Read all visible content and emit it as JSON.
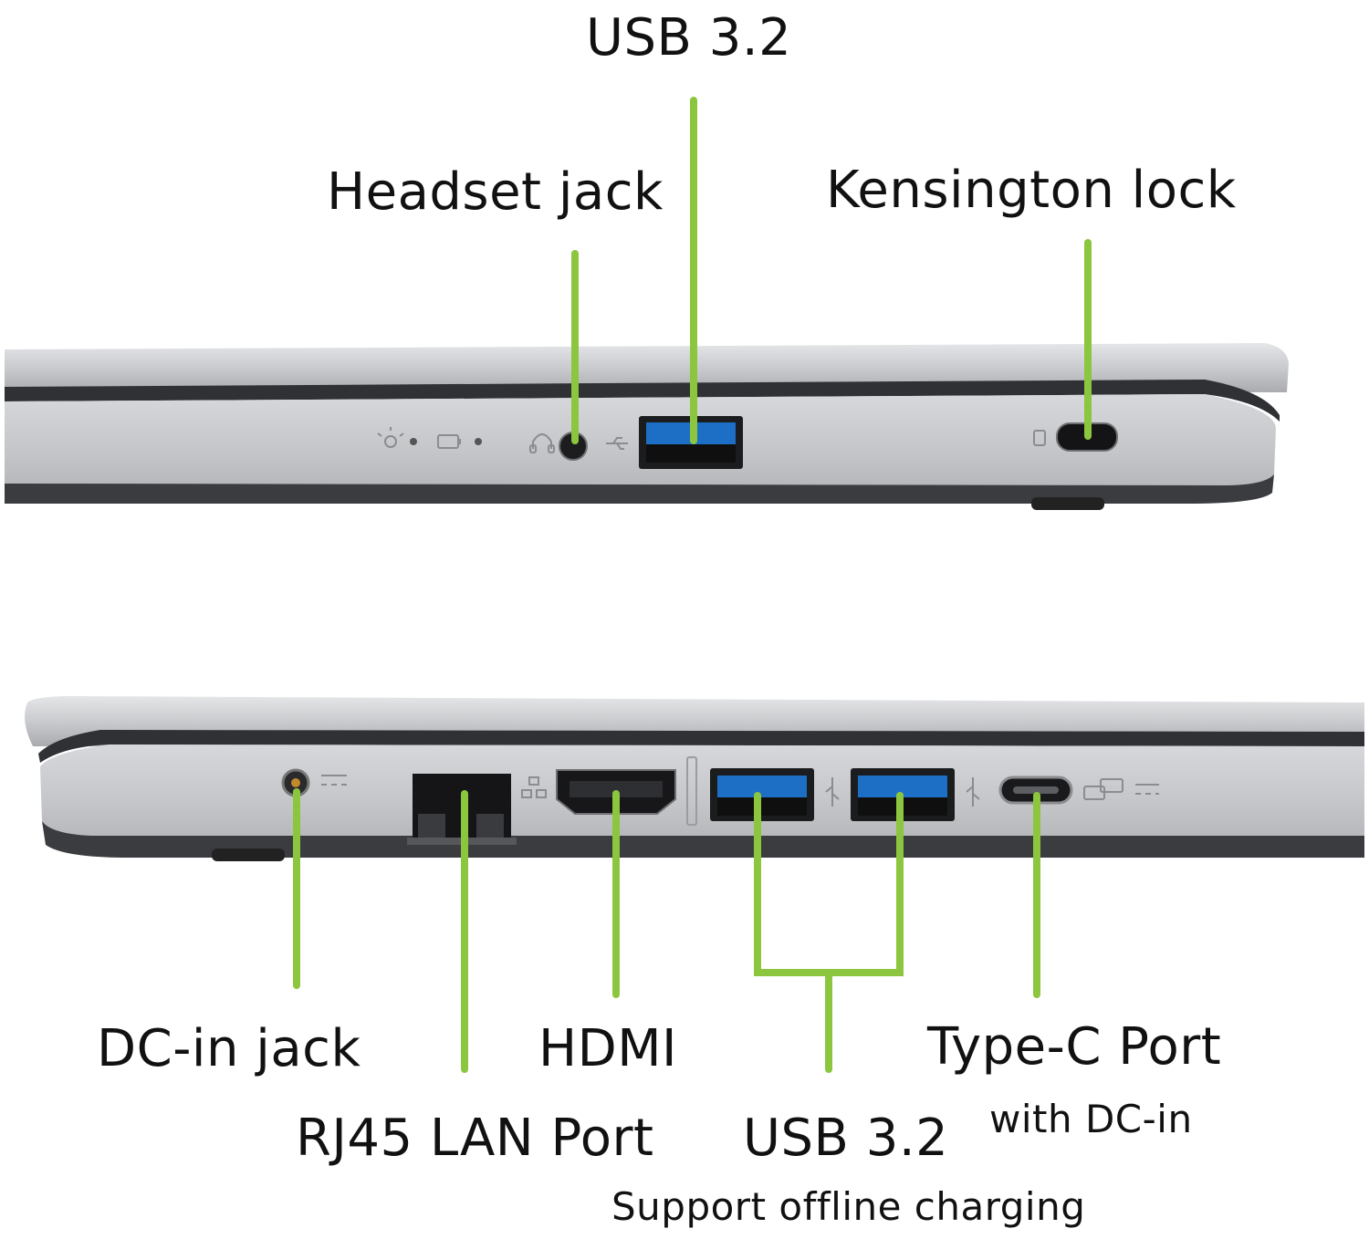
{
  "top_side": {
    "labels": {
      "usb": "USB 3.2",
      "headset": "Headset jack",
      "kensington": "Kensington lock"
    }
  },
  "bottom_side": {
    "labels": {
      "dc_in": "DC-in jack",
      "rj45": "RJ45 LAN Port",
      "hdmi": "HDMI",
      "usb": "USB 3.2",
      "usb_note": "Support offline charging",
      "type_c": "Type-C Port",
      "type_c_note": "with DC-in"
    }
  },
  "colors": {
    "callout_line": "#8cc63f",
    "chassis": "#c9cbce",
    "chassis_dark": "#3a3c40",
    "port_blue": "#1c6fc4"
  },
  "icons": [
    "light-indicator-icon",
    "battery-indicator-icon",
    "headset-icon",
    "usb-symbol-icon",
    "lock-icon",
    "network-icon",
    "hdmi-icon",
    "usb-c-icon"
  ]
}
